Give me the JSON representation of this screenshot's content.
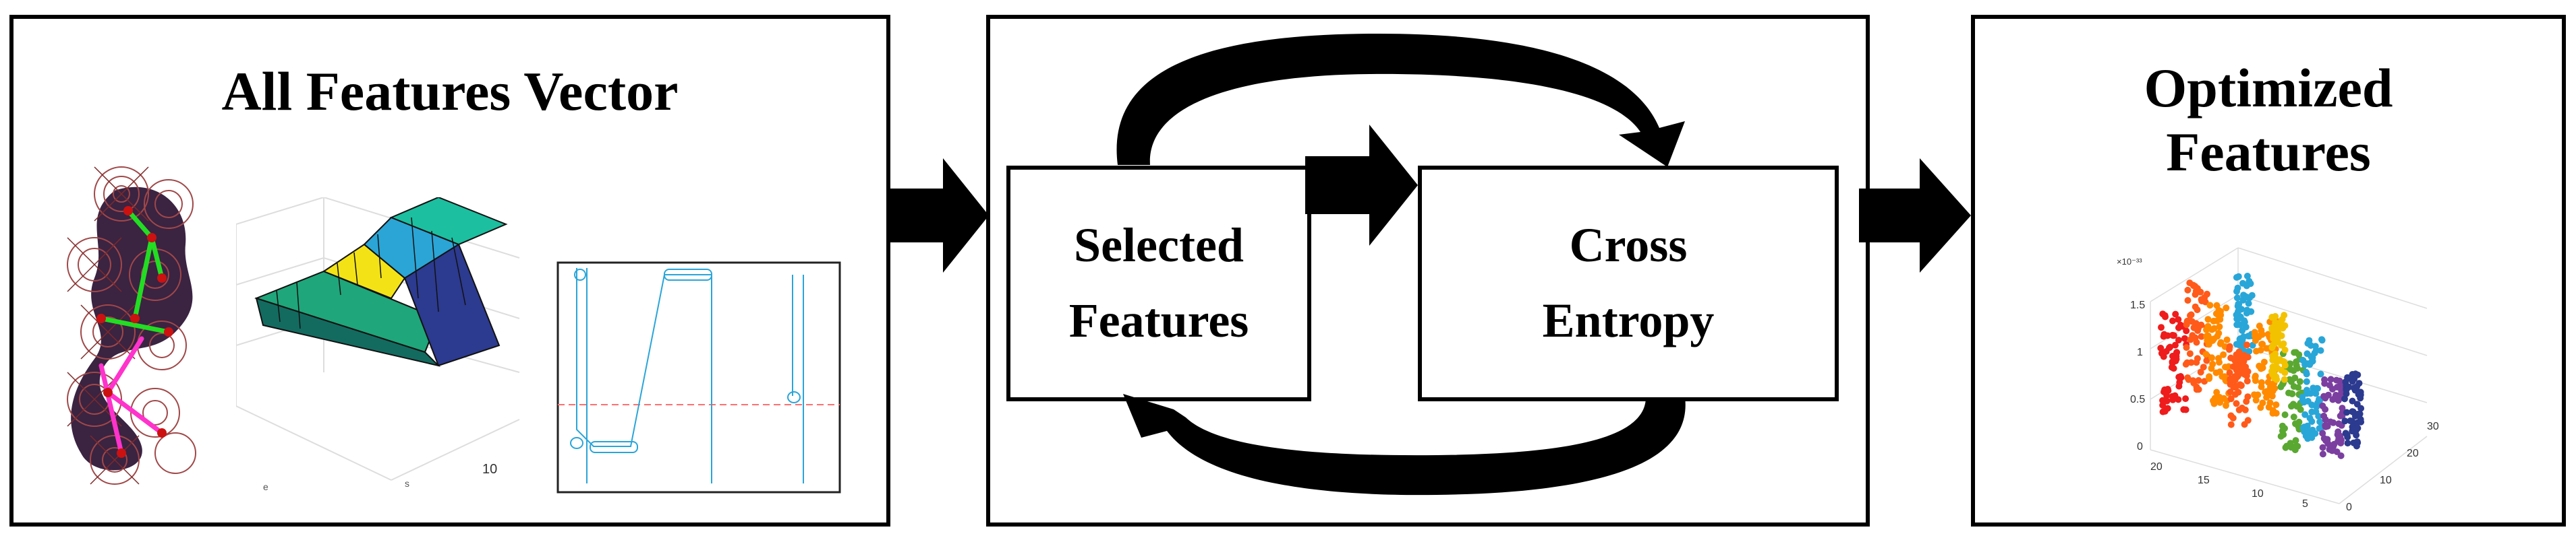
{
  "left_panel": {
    "title": "All Features Vector"
  },
  "middle_panel": {
    "selected_box": {
      "line1": "Selected",
      "line2": "Features"
    },
    "cross_box": {
      "line1": "Cross",
      "line2": "Entropy"
    }
  },
  "right_panel": {
    "title_line1": "Optimized",
    "title_line2": "Features"
  },
  "left_thumbnails": {
    "surface_axis_label": "10",
    "surface_axis_small_a": "e",
    "surface_axis_small_b": "s"
  },
  "right_thumbnail": {
    "exponent": "×10⁻³³",
    "z_ticks": [
      "1.5",
      "1",
      "0.5",
      "0"
    ],
    "x_ticks": [
      "20",
      "15",
      "10",
      "5"
    ],
    "y_ticks": [
      "0",
      "10",
      "20",
      "30"
    ]
  },
  "colors": {
    "stroke": "#000000",
    "background": "#ffffff",
    "accent_cyan": "#29a6d8",
    "accent_red": "#ee1c1c",
    "accent_orange": "#ff8a00"
  }
}
